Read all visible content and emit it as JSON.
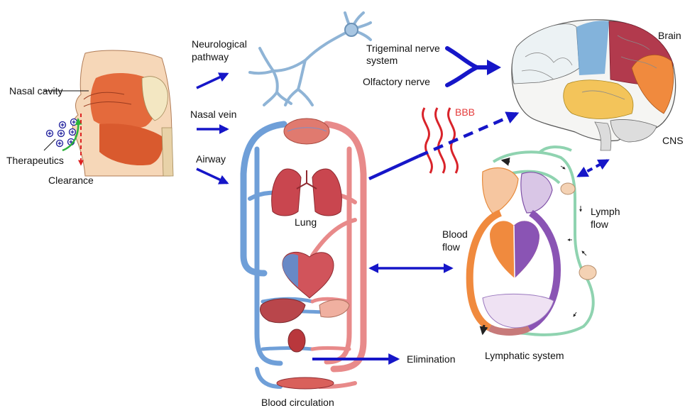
{
  "labels": {
    "nasal_cavity": "Nasal cavity",
    "therapeutics": "Therapeutics",
    "clearance": "Clearance",
    "neurological_pathway_line1": "Neurological",
    "neurological_pathway_line2": "pathway",
    "nasal_vein": "Nasal vein",
    "airway": "Airway",
    "trigeminal_line1": "Trigeminal nerve",
    "trigeminal_line2": "system",
    "olfactory": "Olfactory nerve",
    "bbb": "BBB",
    "brain": "Brain",
    "cns": "CNS",
    "lung": "Lung",
    "blood_flow_line1": "Blood",
    "blood_flow_line2": "flow",
    "lymph_flow_line1": "Lymph",
    "lymph_flow_line2": "flow",
    "elimination": "Elimination",
    "lymphatic_system": "Lymphatic system",
    "blood_circulation": "Blood circulation"
  },
  "colors": {
    "arrow_blue": "#1616c8",
    "artery_red": "#e88a8a",
    "vein_blue": "#6f9fd8",
    "bbb_red": "#d9232a",
    "lymph_green": "#8fd3b0",
    "neuron_blue": "#8fb4d6",
    "tissue_orange": "#e7783f"
  },
  "icons": [
    "head-cross-section",
    "neuron-icon",
    "brain-illustration",
    "circulatory-system-illustration",
    "lymphatic-system-illustration",
    "heart-icon",
    "lung-icon",
    "bbb-wave-icon"
  ]
}
